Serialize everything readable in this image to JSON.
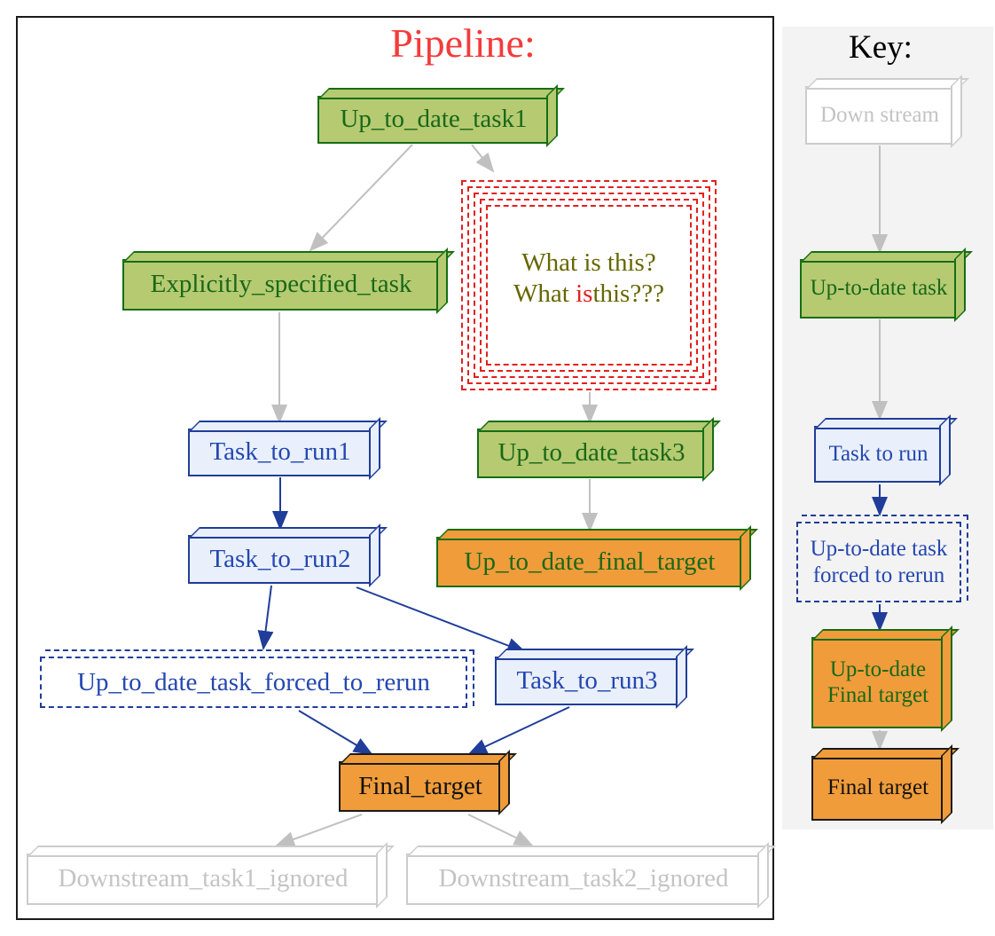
{
  "pipeline": {
    "title": "Pipeline:",
    "nodes": {
      "up_to_date_task1": {
        "label": "Up_to_date_task1",
        "style": "up-to-date"
      },
      "explicitly_specified_task": {
        "label": "Explicitly_specified_task",
        "style": "up-to-date"
      },
      "task_to_run1": {
        "label": "Task_to_run1",
        "style": "to-run"
      },
      "up_to_date_task3": {
        "label": "Up_to_date_task3",
        "style": "up-to-date"
      },
      "task_to_run2": {
        "label": "Task_to_run2",
        "style": "to-run"
      },
      "up_to_date_final_target": {
        "label": "Up_to_date_final_target",
        "style": "up-to-date-final"
      },
      "up_to_date_task_forced_to_rerun": {
        "label": "Up_to_date_task_forced_to_rerun",
        "style": "forced-rerun"
      },
      "task_to_run3": {
        "label": "Task_to_run3",
        "style": "to-run"
      },
      "final_target": {
        "label": "Final_target",
        "style": "final-target"
      },
      "downstream_task1_ignored": {
        "label": "Downstream_task1_ignored",
        "style": "ignored"
      },
      "downstream_task2_ignored": {
        "label": "Downstream_task2_ignored",
        "style": "ignored"
      }
    },
    "cloud": {
      "line1": "What is this?",
      "line2_prefix": "What ",
      "line2_is": "is",
      "line2_suffix": "this???"
    }
  },
  "key": {
    "title": "Key:",
    "items": {
      "down_stream": {
        "label": "Down stream"
      },
      "up_to_date_task": {
        "label": "Up-to-date task"
      },
      "task_to_run": {
        "label": "Task to run"
      },
      "forced_rerun": {
        "label": "Up-to-date task forced to rerun"
      },
      "utd_final_target": {
        "label": "Up-to-date Final target"
      },
      "final_target": {
        "label": "Final target"
      }
    }
  },
  "colors": {
    "title_red": "#f43b3b",
    "cloud_dash_red": "#e31f1f",
    "cloud_text_olive": "#666600",
    "cloud_is_red": "#e02020",
    "green_fill": "#b6ca72",
    "green_border": "#156e15",
    "green_text": "#186818",
    "blue_fill": "#e9f0fb",
    "blue_border": "#1f3d99",
    "blue_text": "#2447b0",
    "orange_fill": "#f09c3a",
    "ignored_gray": "#c4c4c4",
    "edge_gray": "#c0c0c0",
    "key_background": "#f3f3f3"
  }
}
